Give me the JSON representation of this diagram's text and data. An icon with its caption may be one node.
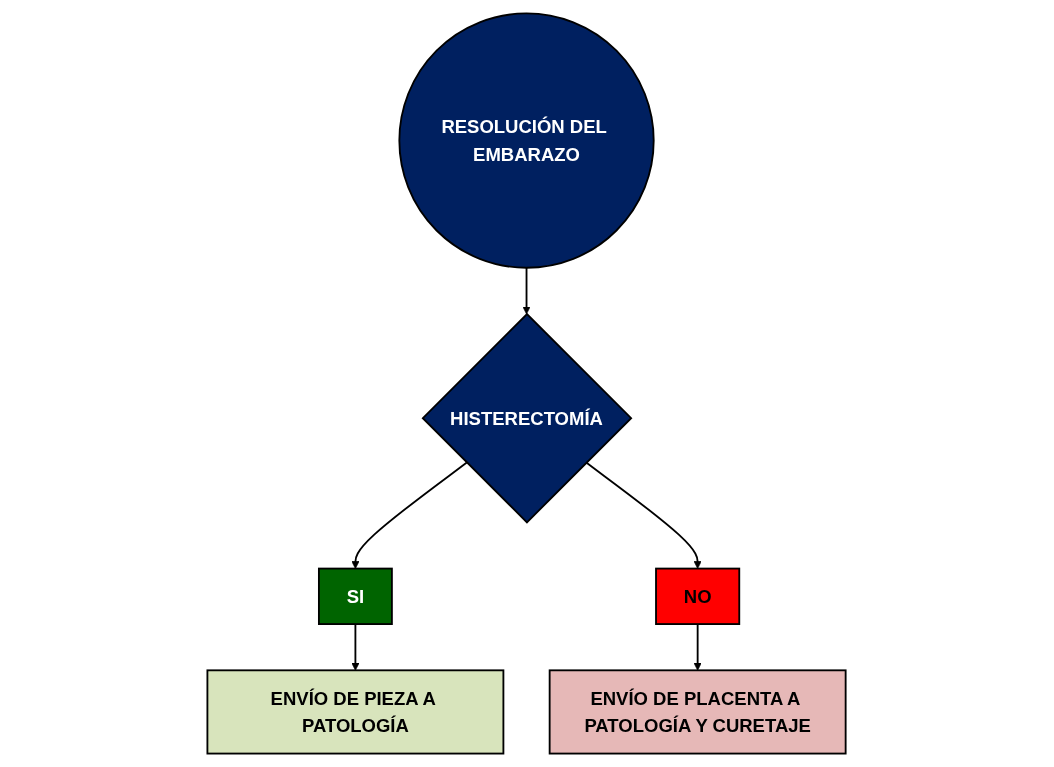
{
  "diagram": {
    "nodes": [
      {
        "text": [
          "RESOLUCIÓN DEL EMBARAZO"
        ]
      },
      {
        "text": [
          "HISTERECTOMÍA"
        ]
      },
      {
        "text": [
          "SI"
        ]
      },
      {
        "text": [
          "NO"
        ]
      },
      {
        "text": [
          "ENVÍO DE PIEZA A PATOLOGÍA"
        ]
      },
      {
        "text": [
          "ENVÍO DE PLACENTA A PATOLOGÍA Y CURETAJE"
        ]
      }
    ],
    "edges": [
      {
        "from": 0,
        "to": 1,
        "arrow": "to"
      },
      {
        "from": 1,
        "to": 2,
        "arrow": "to"
      },
      {
        "from": 1,
        "to": 3,
        "arrow": "to"
      },
      {
        "from": 2,
        "to": 4,
        "arrow": "to"
      },
      {
        "from": 3,
        "to": 5,
        "arrow": "to"
      }
    ]
  }
}
